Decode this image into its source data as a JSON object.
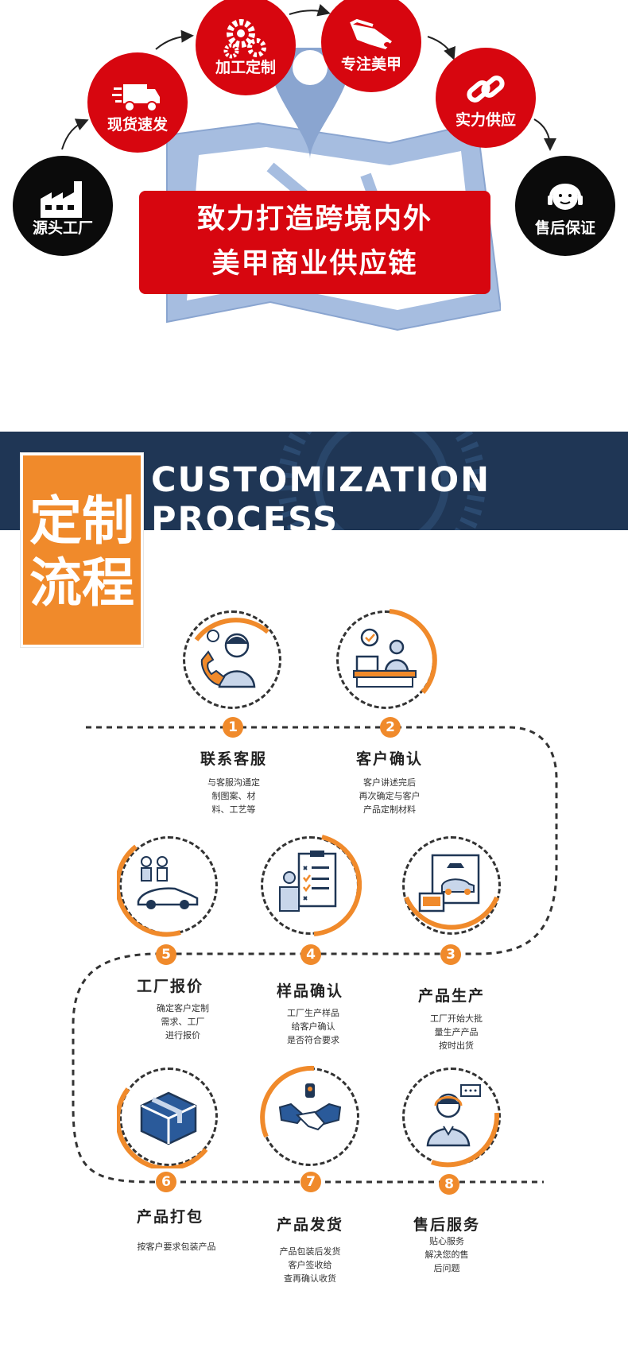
{
  "top": {
    "badges": [
      {
        "label": "源头工厂",
        "icon": "factory-icon",
        "color": "#0b0b0b"
      },
      {
        "label": "现货速发",
        "icon": "delivery-truck-icon",
        "color": "#d7060f"
      },
      {
        "label": "加工定制",
        "icon": "gears-icon",
        "color": "#d7060f"
      },
      {
        "label": "专注美甲",
        "icon": "hand-nail-icon",
        "color": "#d7060f"
      },
      {
        "label": "实力供应",
        "icon": "chain-link-icon",
        "color": "#d7060f"
      },
      {
        "label": "售后保证",
        "icon": "headset-agent-icon",
        "color": "#0b0b0b"
      }
    ],
    "slogan_line1": "致力打造跨境内外",
    "slogan_line2": "美甲商业供应链"
  },
  "banner": {
    "title": "CUSTOMIZATION PROCESS",
    "box_line1": "定制",
    "box_line2": "流程"
  },
  "colors": {
    "accent": "#f08a2b",
    "brand_red": "#d7060f",
    "banner": "#1f3655"
  },
  "steps": [
    {
      "num": "1",
      "title": "联系客服",
      "desc": [
        "与客服沟通定",
        "制图案、材",
        "料、工艺等"
      ],
      "icon": "phone-agent-icon"
    },
    {
      "num": "2",
      "title": "客户确认",
      "desc": [
        "客户讲述完后",
        "再次确定与客户",
        "产品定制材料"
      ],
      "icon": "desk-confirm-icon"
    },
    {
      "num": "3",
      "title": "产品生产",
      "desc": [
        "工厂开始大批",
        "量生产产品",
        "按时出货"
      ],
      "icon": "production-icon"
    },
    {
      "num": "4",
      "title": "样品确认",
      "desc": [
        "工厂生产样品",
        "给客户确认",
        "是否符合要求"
      ],
      "icon": "checklist-icon"
    },
    {
      "num": "5",
      "title": "工厂报价",
      "desc": [
        "确定客户定制",
        "需求、工厂",
        "进行报价"
      ],
      "icon": "car-quote-icon"
    },
    {
      "num": "6",
      "title": "产品打包",
      "desc": [
        "按客户要求包装产品"
      ],
      "icon": "package-box-icon"
    },
    {
      "num": "7",
      "title": "产品发货",
      "desc": [
        "产品包装后发货",
        "客户签收给",
        "查再确认收货"
      ],
      "icon": "handshake-icon"
    },
    {
      "num": "8",
      "title": "售后服务",
      "desc": [
        "贴心服务",
        "解决您的售",
        "后问题"
      ],
      "icon": "support-agent-icon"
    }
  ]
}
